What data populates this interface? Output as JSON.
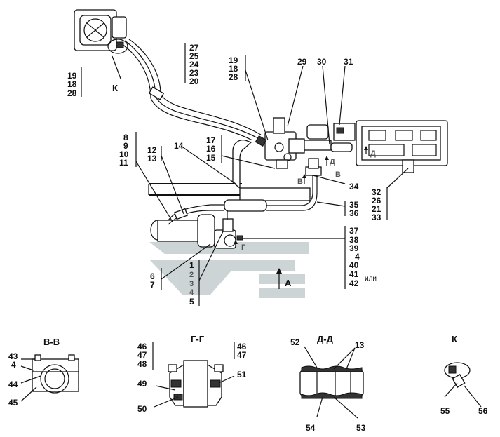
{
  "labels": {
    "l1": "1",
    "l2": "2",
    "l3": "3",
    "l4a": "4",
    "l5": "5",
    "l6": "6",
    "l7": "7",
    "l8": "8",
    "l9": "9",
    "l10": "10",
    "l11": "11",
    "l12": "12",
    "l13": "13",
    "l14": "14",
    "l15": "15",
    "l16": "16",
    "l17": "17",
    "l18a": "18",
    "l19a": "19",
    "l28a": "28",
    "l18b": "18",
    "l19b": "19",
    "l28b": "28",
    "l20": "20",
    "l23": "23",
    "l24": "24",
    "l25": "25",
    "l27": "27",
    "l29": "29",
    "l30": "30",
    "l31": "31",
    "l21": "21",
    "l26": "26",
    "l32": "32",
    "l33": "33",
    "l34": "34",
    "l35": "35",
    "l36": "36",
    "l37": "37",
    "l38": "38",
    "l39": "39",
    "l4b": "4",
    "l40": "40",
    "l41": "41",
    "l42": "42",
    "ili": "или",
    "l43": "43",
    "l4c": "4",
    "l44": "44",
    "l45": "45",
    "l46a": "46",
    "l47a": "47",
    "l48": "48",
    "l49": "49",
    "l50": "50",
    "l46b": "46",
    "l47b": "47",
    "l51": "51",
    "l52": "52",
    "l13b": "13",
    "l54": "54",
    "l53": "53",
    "l55": "55",
    "l56": "56"
  },
  "views": {
    "k_main": "К",
    "k_detail": "К",
    "v_v": "В-В",
    "g_g": "Г-Г",
    "d_d": "Д-Д",
    "arrow_a": "А",
    "arrow_v1": "В",
    "arrow_v2": "В",
    "arrow_g": "Г",
    "arrow_d": "Д"
  },
  "colors": {
    "line": "#111111",
    "watermark": "#c8d0d2",
    "background": "#ffffff"
  }
}
